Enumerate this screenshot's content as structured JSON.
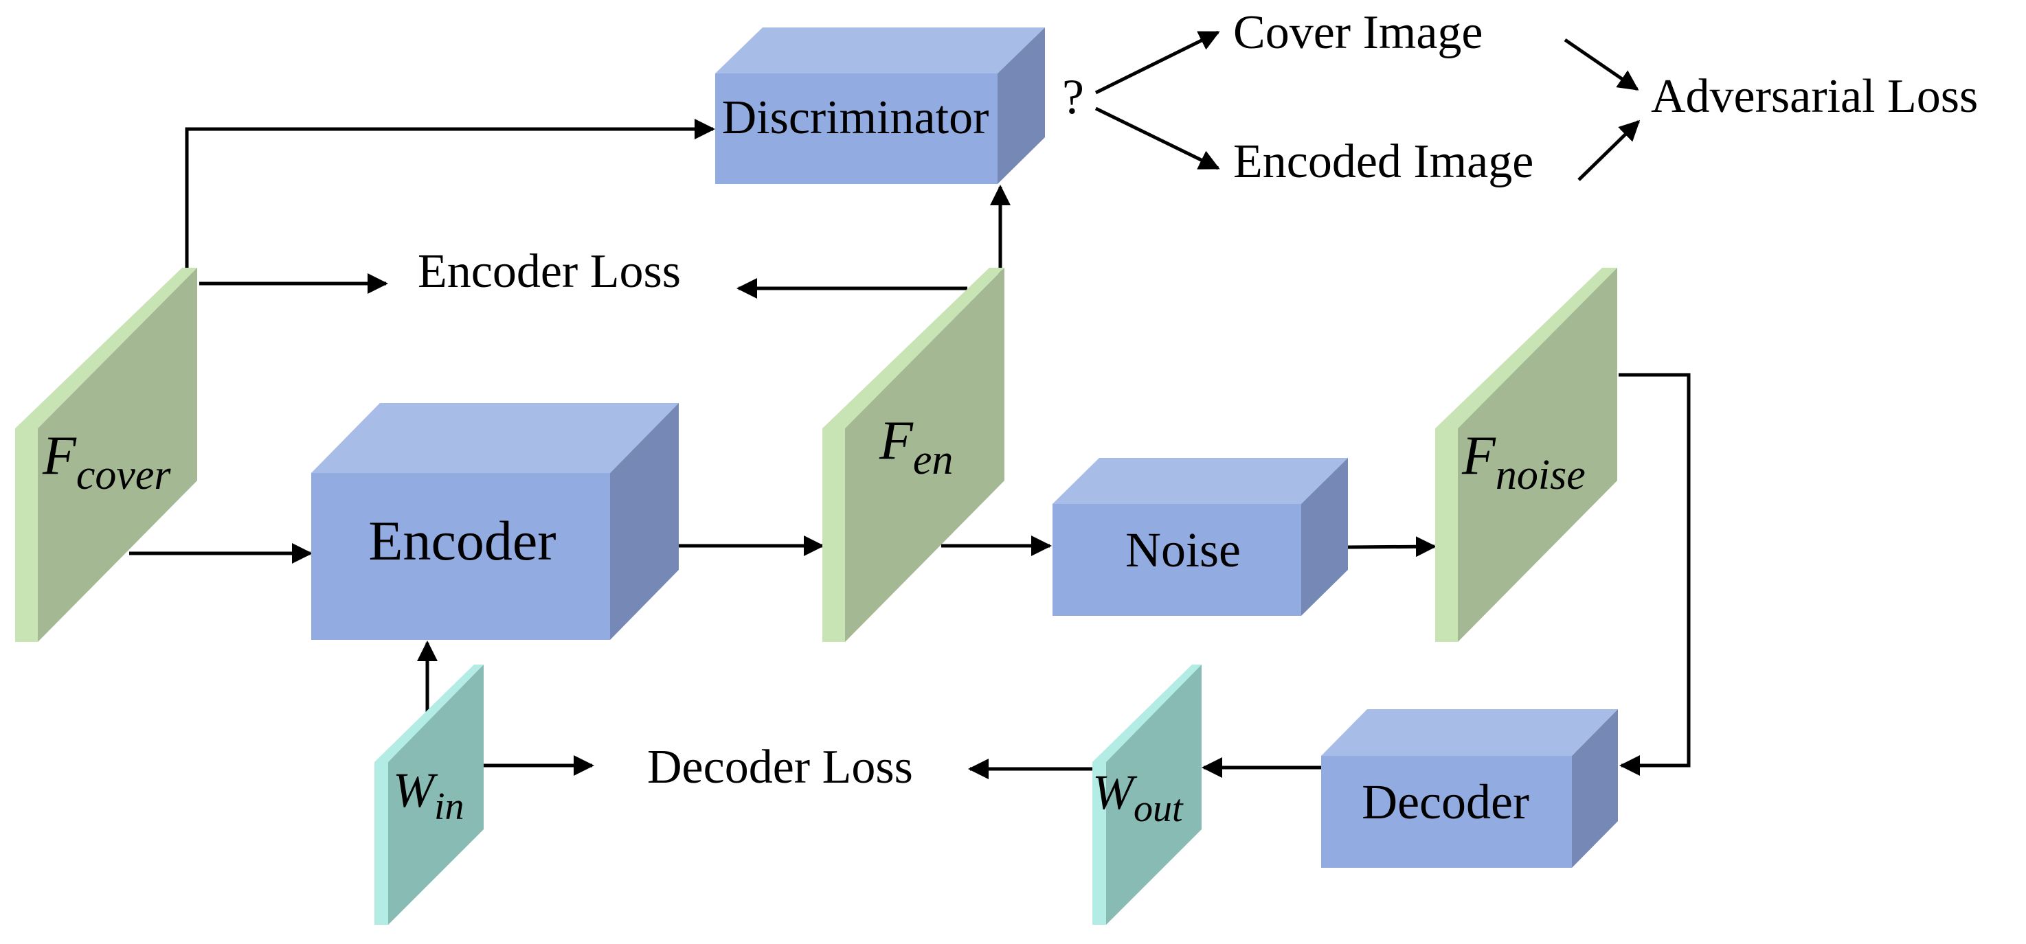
{
  "colors": {
    "block_front": "#92ABE0",
    "block_top": "#A8BCE8",
    "block_side": "#7689B6",
    "feature_face": "#A3B893",
    "feature_edge": "#C8E4B4",
    "watermark_face": "#89BBB5",
    "watermark_edge": "#B3EBE5",
    "line": "#000000"
  },
  "blocks": {
    "discriminator": "Discriminator",
    "encoder": "Encoder",
    "noise": "Noise",
    "decoder": "Decoder"
  },
  "features": {
    "cover": {
      "main": "F",
      "sub": "cover"
    },
    "en": {
      "main": "F",
      "sub": "en"
    },
    "noise": {
      "main": "F",
      "sub": "noise"
    }
  },
  "watermarks": {
    "in": {
      "main": "W",
      "sub": "in"
    },
    "out": {
      "main": "W",
      "sub": "out"
    }
  },
  "labels": {
    "question": "?",
    "cover_image": "Cover Image",
    "encoded_image": "Encoded Image",
    "adversarial_loss": "Adversarial Loss",
    "encoder_loss": "Encoder Loss",
    "decoder_loss": "Decoder Loss"
  }
}
